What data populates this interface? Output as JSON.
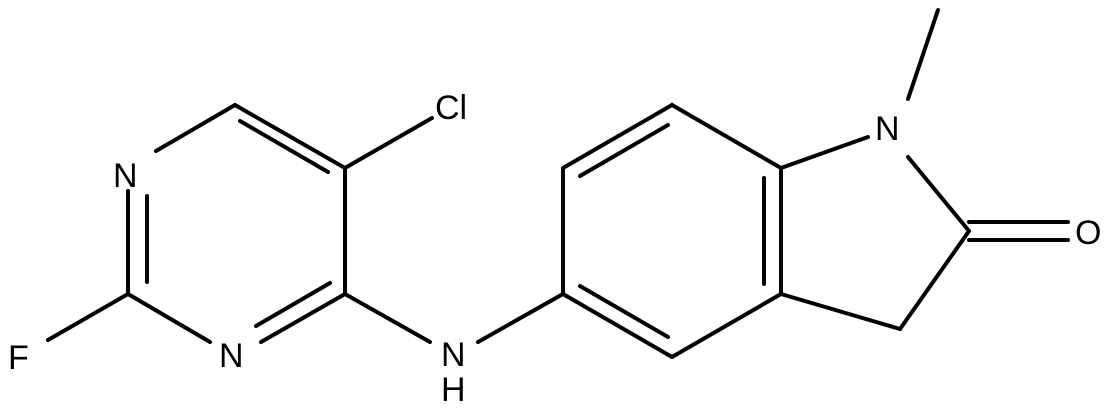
{
  "molecule": {
    "atoms": {
      "chlorine": "Cl",
      "nitrogen_ring_top": "N",
      "nitrogen_ring_bottom": "N",
      "fluorine": "F",
      "amine_n": "N",
      "amine_h": "H",
      "indolinone_n": "N",
      "carbonyl_o": "O"
    }
  }
}
